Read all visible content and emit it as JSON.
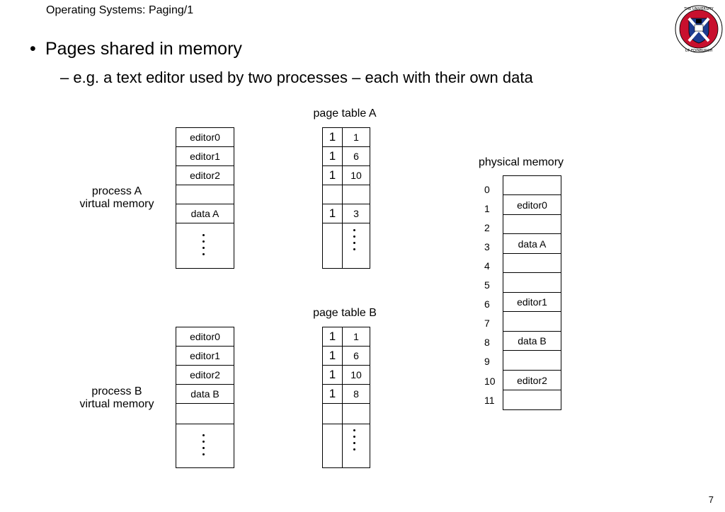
{
  "header": {
    "title": "Operating Systems: Paging/1"
  },
  "bullet": {
    "text": "Pages shared in memory"
  },
  "subbullet": {
    "text": "– e.g. a text editor used by two processes – each with their own data"
  },
  "processA": {
    "label_line1": "process A",
    "label_line2": "virtual memory",
    "pages": [
      "editor0",
      "editor1",
      "editor2",
      "",
      "data A"
    ]
  },
  "processB": {
    "label_line1": "process B",
    "label_line2": "virtual memory",
    "pages": [
      "editor0",
      "editor1",
      "editor2",
      "data B",
      ""
    ]
  },
  "pageTableA": {
    "title": "page table A",
    "rows": [
      {
        "valid": "1",
        "frame": "1"
      },
      {
        "valid": "1",
        "frame": "6"
      },
      {
        "valid": "1",
        "frame": "10"
      },
      {
        "valid": "",
        "frame": ""
      },
      {
        "valid": "1",
        "frame": "3"
      }
    ]
  },
  "pageTableB": {
    "title": "page table B",
    "rows": [
      {
        "valid": "1",
        "frame": "1"
      },
      {
        "valid": "1",
        "frame": "6"
      },
      {
        "valid": "1",
        "frame": "10"
      },
      {
        "valid": "1",
        "frame": "8"
      },
      {
        "valid": "",
        "frame": ""
      }
    ]
  },
  "physical": {
    "title": "physical memory",
    "frames": [
      {
        "n": "0",
        "content": ""
      },
      {
        "n": "1",
        "content": "editor0"
      },
      {
        "n": "2",
        "content": ""
      },
      {
        "n": "3",
        "content": "data A"
      },
      {
        "n": "4",
        "content": ""
      },
      {
        "n": "5",
        "content": ""
      },
      {
        "n": "6",
        "content": "editor1"
      },
      {
        "n": "7",
        "content": ""
      },
      {
        "n": "8",
        "content": "data B"
      },
      {
        "n": "9",
        "content": ""
      },
      {
        "n": "10",
        "content": "editor2"
      },
      {
        "n": "11",
        "content": ""
      }
    ]
  },
  "logo": {
    "name": "university-of-edinburgh-crest",
    "text": "THE UNIVERSITY OF EDINBURGH",
    "colors": {
      "ring": "#c8102e",
      "shield": "#1d3c8f",
      "accent": "#ffffff"
    }
  },
  "footer": {
    "page_number": "7"
  }
}
